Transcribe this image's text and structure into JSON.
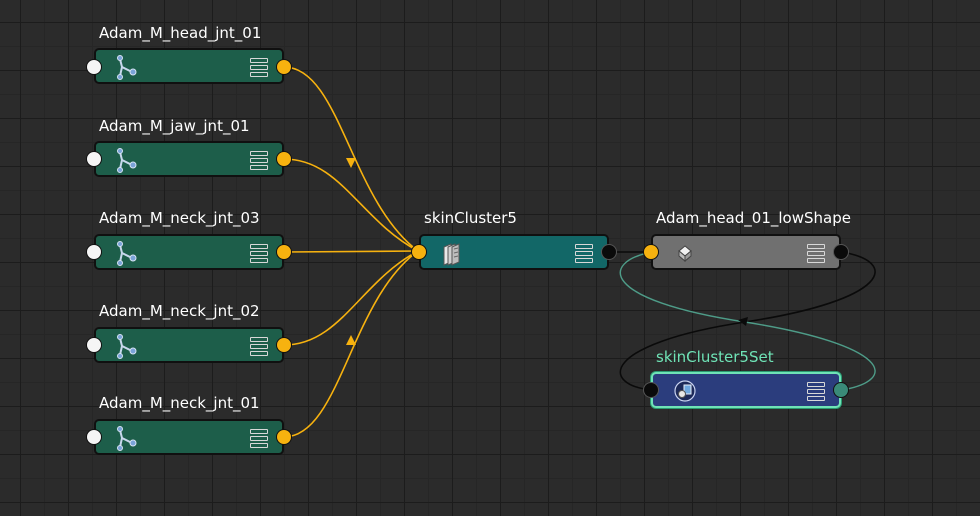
{
  "window": {
    "view": "node-editor"
  },
  "nodes": {
    "head_jnt": {
      "label": "Adam_M_head_jnt_01",
      "icon": "joint-icon"
    },
    "jaw_jnt": {
      "label": "Adam_M_jaw_jnt_01",
      "icon": "joint-icon"
    },
    "neck_jnt_03": {
      "label": "Adam_M_neck_jnt_03",
      "icon": "joint-icon"
    },
    "neck_jnt_02": {
      "label": "Adam_M_neck_jnt_02",
      "icon": "joint-icon"
    },
    "neck_jnt_01": {
      "label": "Adam_M_neck_jnt_01",
      "icon": "joint-icon"
    },
    "skin_cluster": {
      "label": "skinCluster5",
      "icon": "skin-cluster-icon"
    },
    "shape": {
      "label": "Adam_head_01_lowShape",
      "icon": "mesh-shape-icon"
    },
    "set": {
      "label": "skinCluster5Set",
      "icon": "object-set-icon"
    }
  },
  "colors": {
    "joint_node": "#1d5e4a",
    "skin_node": "#126767",
    "shape_node": "#707070",
    "set_node": "#2b3d7d",
    "set_highlight": "#6fe3b6",
    "wire_yellow": "#f7b20f",
    "wire_black": "#0a0a0a",
    "wire_teal": "#4e9c88",
    "background": "#2b2b2b"
  }
}
